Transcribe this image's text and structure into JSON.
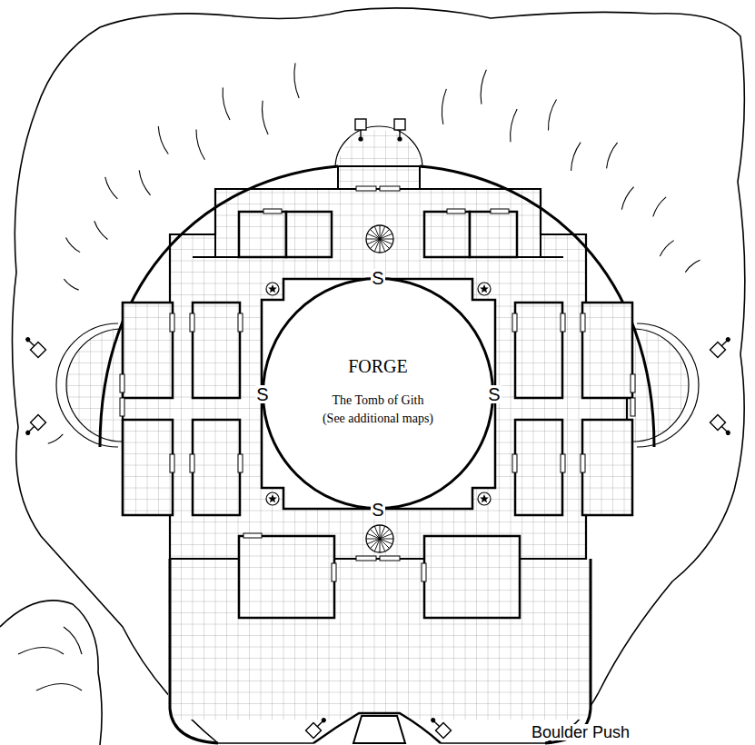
{
  "diagram": {
    "nodes": [
      {
        "text": [
          "FORGE",
          "The Tomb of Gith (See additional maps)"
        ]
      }
    ],
    "labels": [
      "S",
      "S",
      "S",
      "S",
      "Boulder Push"
    ]
  }
}
